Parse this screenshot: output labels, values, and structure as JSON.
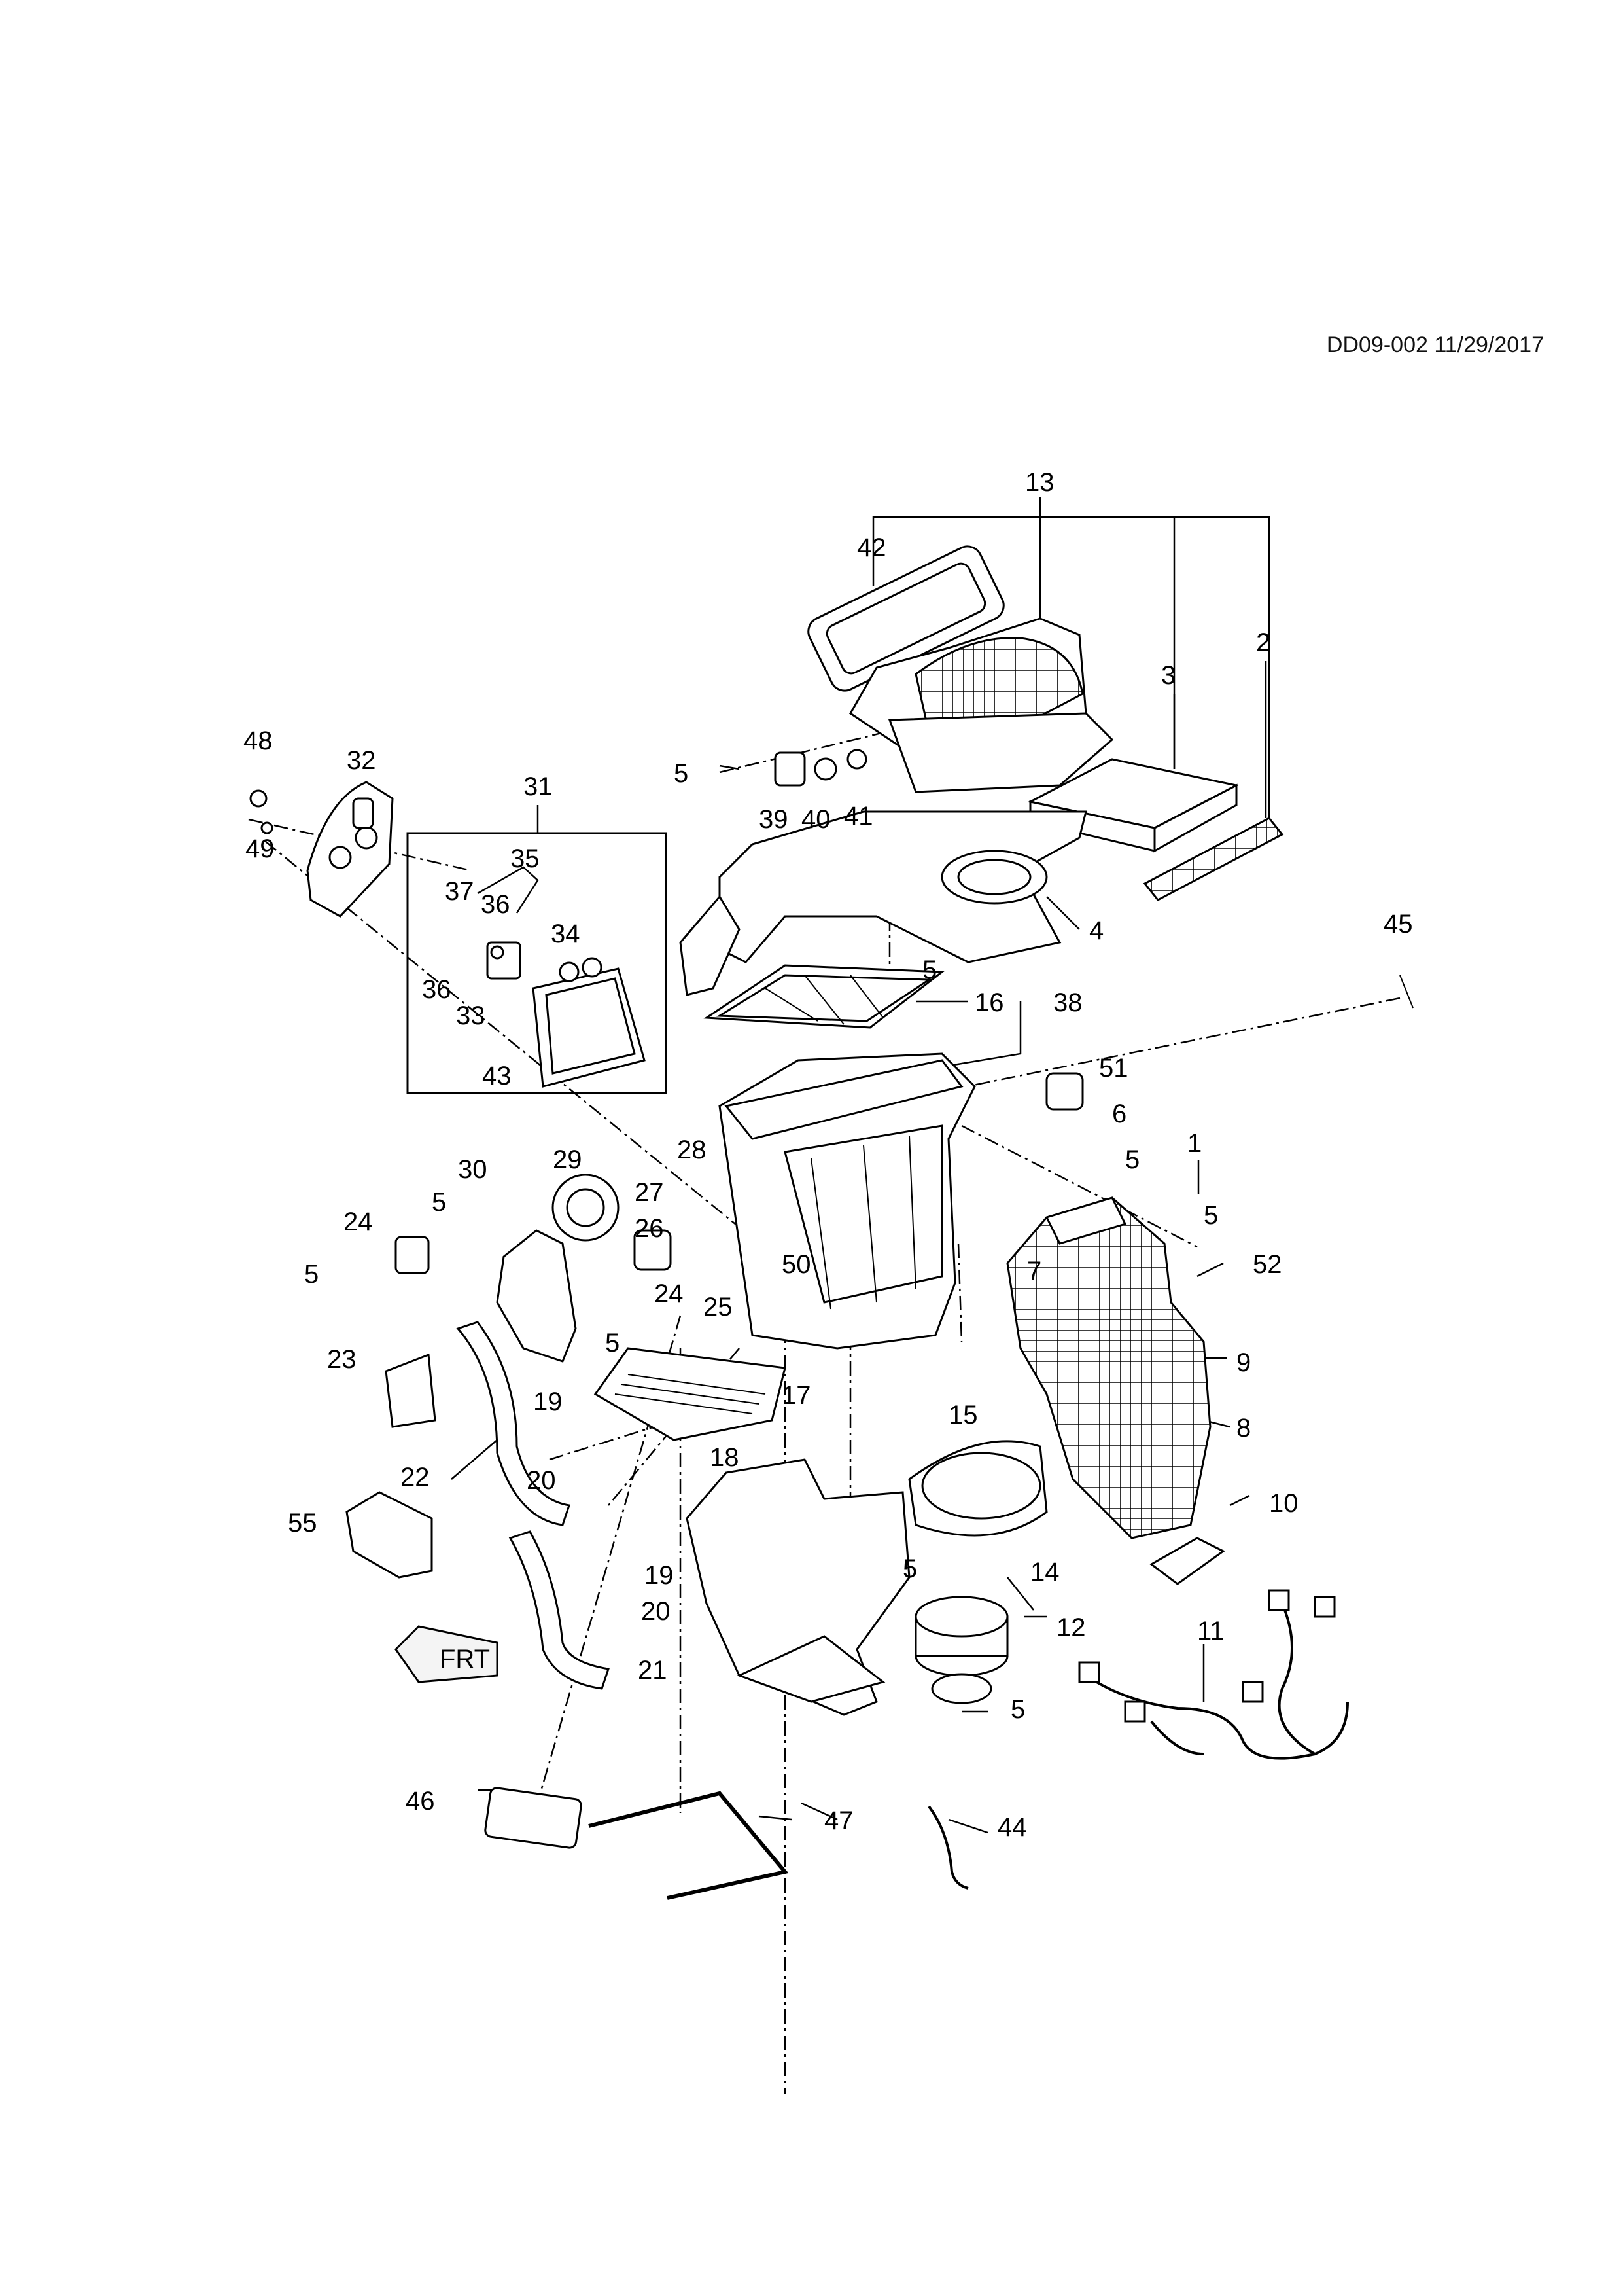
{
  "document_ref": "DD09-002 11/29/2017",
  "callouts": [
    "13",
    "42",
    "3",
    "2",
    "48",
    "32",
    "31",
    "35",
    "37",
    "36",
    "36",
    "34",
    "33",
    "43",
    "49",
    "5",
    "39",
    "40",
    "41",
    "4",
    "5",
    "45",
    "16",
    "38",
    "51",
    "6",
    "5",
    "28",
    "27",
    "26",
    "29",
    "30",
    "5",
    "1",
    "5",
    "7",
    "50",
    "24",
    "24",
    "5",
    "5",
    "25",
    "52",
    "9",
    "23",
    "15",
    "8",
    "19",
    "17",
    "22",
    "18",
    "20",
    "55",
    "10",
    "5",
    "14",
    "19",
    "20",
    "12",
    "11",
    "21",
    "5",
    "46",
    "47",
    "44"
  ],
  "orientation_label": "FRT"
}
